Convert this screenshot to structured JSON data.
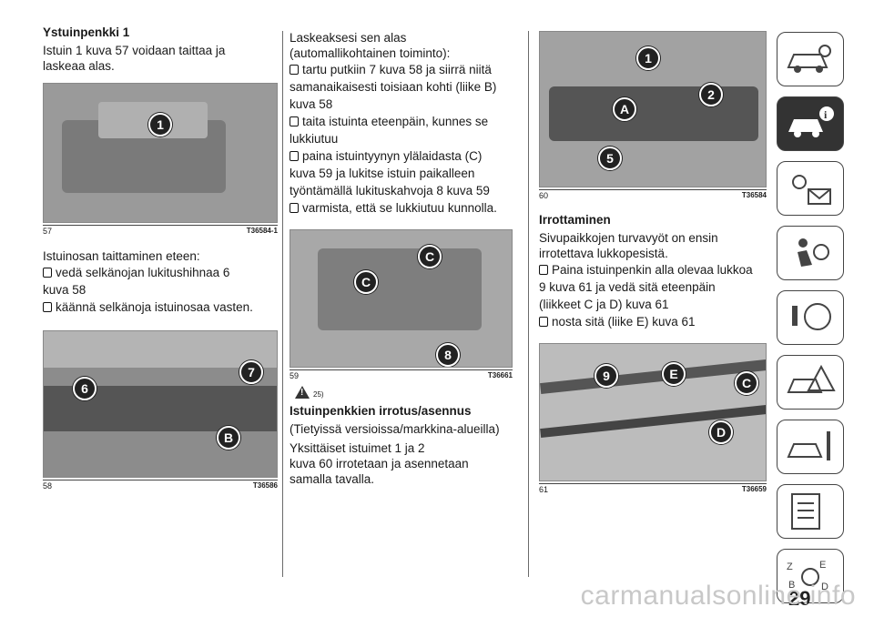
{
  "col1": {
    "heading": "Ystuinpenkki 1",
    "intro": "Istuin 1 kuva 57 voidaan taittaa ja laskeaa alas.",
    "fig57": {
      "num": "57",
      "code": "T36584-1",
      "callouts": [
        "1"
      ]
    },
    "sub_intro": "Istuinosan taittaminen eteen:",
    "b1": "vedä selkänojan lukitushihnaa 6",
    "b1b": "kuva 58",
    "b2": "käännä selkänoja istuinosaa vasten.",
    "fig58": {
      "num": "58",
      "code": "T36586",
      "callouts": [
        "6",
        "7",
        "B"
      ]
    }
  },
  "col2": {
    "intro1": "Laskeaksesi sen alas",
    "intro2": "(automallikohtainen toiminto):",
    "b1": "tartu putkiin 7 kuva 58 ja siirrä niitä",
    "b1b": "samanaikaisesti toisiaan kohti (liike B)",
    "b1c": "kuva 58",
    "b2": "taita istuinta eteenpäin, kunnes se",
    "b2b": "lukkiutuu",
    "b3": "paina istuintyynyn ylälaidasta (C)",
    "b3b": "kuva 59 ja lukitse istuin paikalleen",
    "b3c": "työntämällä lukituskahvoja 8 kuva 59",
    "b4": "varmista, että se lukkiutuu kunnolla.",
    "fig59": {
      "num": "59",
      "code": "T36661",
      "callouts": [
        "C",
        "C",
        "8"
      ]
    },
    "warn": "25)",
    "heading2": "Istuinpenkkien irrotus/asennus",
    "sub2": "(Tietyissä versioissa/markkina-alueilla)",
    "p2": "Yksittäiset istuimet 1 ja 2",
    "p2b": "kuva 60 irrotetaan ja asennetaan",
    "p2c": "samalla tavalla."
  },
  "col3": {
    "fig60": {
      "num": "60",
      "code": "T36584",
      "callouts": [
        "1",
        "2",
        "A",
        "5"
      ]
    },
    "heading": "Irrottaminen",
    "p1": "Sivupaikkojen turvavyöt on ensin",
    "p1b": "irrotettava lukkopesistä.",
    "b1": "Paina istuinpenkin alla olevaa lukkoa",
    "b1b": "9 kuva 61 ja vedä sitä eteenpäin",
    "b1c": "(liikkeet C ja D) kuva 61",
    "b2": "nosta sitä (liike E) kuva 61",
    "fig61": {
      "num": "61",
      "code": "T36659",
      "callouts": [
        "9",
        "E",
        "C",
        "D"
      ]
    }
  },
  "page_number": "29",
  "watermark": "carmanualsonline.info",
  "sidebar_icons": [
    "car-search-icon",
    "car-info-icon",
    "lights-mail-icon",
    "airbag-icon",
    "steering-key-icon",
    "warning-car-icon",
    "car-tools-icon",
    "document-list-icon",
    "alphabet-index-icon"
  ]
}
